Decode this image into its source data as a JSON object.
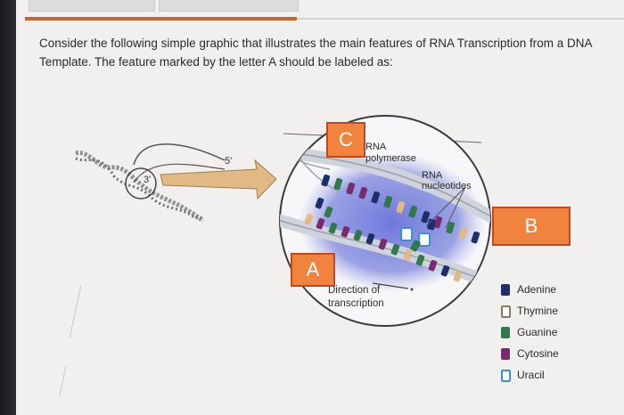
{
  "question": {
    "text": "Consider the following simple graphic that illustrates the main features of RNA Transcription from a DNA Template. The feature marked by the letter A should be labeled as:"
  },
  "figure": {
    "labels": {
      "five_prime": "5'",
      "three_prime": "3'",
      "rna_polymerase": "RNA polymerase",
      "rna_nucleotides": "RNA nucleotides",
      "direction": "Direction of transcription"
    },
    "markers": {
      "a": "A",
      "b": "B",
      "c": "C"
    }
  },
  "legend": [
    {
      "name": "Adenine",
      "color": "#1c2f6b",
      "icon": "adenine-block"
    },
    {
      "name": "Thymine",
      "color": "#8a7a60",
      "icon": "thymine-notch"
    },
    {
      "name": "Guanine",
      "color": "#2f7a4a",
      "icon": "guanine-block"
    },
    {
      "name": "Cytosine",
      "color": "#7a2a6e",
      "icon": "cytosine-notch"
    },
    {
      "name": "Uracil",
      "color": "#3a8fd6",
      "icon": "uracil-notch"
    }
  ],
  "colors": {
    "accent_orange": "#f0843f",
    "header_bar": "#c9652f",
    "polymerase_blue": "#6f78d6"
  }
}
